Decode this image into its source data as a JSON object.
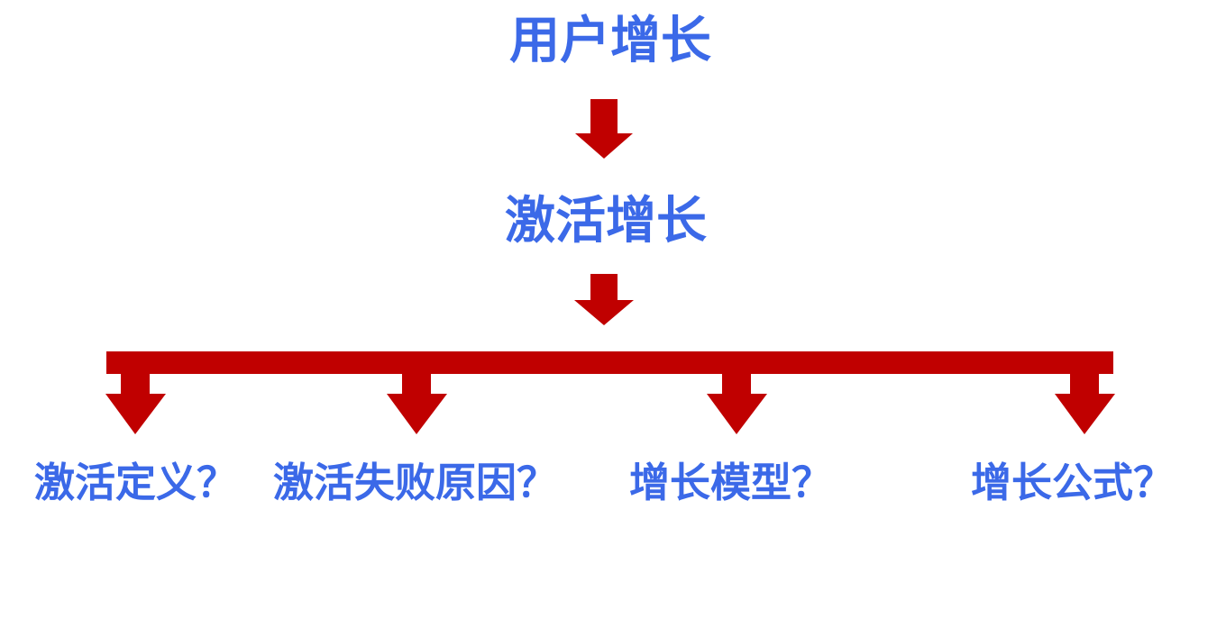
{
  "colors": {
    "text_blue": "#3b69e8",
    "arrow_red": "#c00000",
    "background": "#ffffff"
  },
  "diagram": {
    "type": "flowchart",
    "orientation": "top-down",
    "title": "用户增长",
    "stage_2": "激活增长",
    "branch_labels": [
      "激活定义？",
      "激活失败原因？",
      "增长模型？",
      "增长公式？"
    ],
    "connectors": {
      "arrow_1_label": "down-arrow",
      "arrow_2_label": "down-arrow",
      "split_bar_label": "horizontal-split-bar",
      "branch_arrow_label": "down-arrow"
    }
  }
}
